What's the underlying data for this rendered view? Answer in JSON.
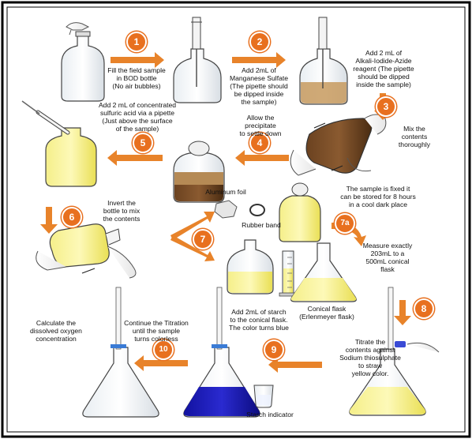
{
  "colors": {
    "arrow": "#e8832a",
    "badge": "#e8701f",
    "sample_yellow": "#f2ec6e",
    "precipitate_brown": "#5a3618",
    "starch_blue": "#1a1aa8",
    "frame": "#000000"
  },
  "steps": [
    {
      "id": "1",
      "text": "Fill the field sample\nin BOD bottle\n(No air bubbles)"
    },
    {
      "id": "2",
      "text": "Add 2mL of\nManganese Sulfate\n(The pipette should\nbe dipped inside\nthe sample)"
    },
    {
      "id": "3",
      "text": "Add 2 mL of\nAlkali-Iodide-Azide\nreagent (The pipette\nshould be dipped\ninside the sample)"
    },
    {
      "id": "3b",
      "text": "Mix the\ncontents\nthoroughly"
    },
    {
      "id": "4",
      "text": "Allow the\nprecipitate\nto settle down"
    },
    {
      "id": "5",
      "text": "Add 2 mL of concentrated\nsulfuric acid via a pipette\n(Just above the surface\nof the sample)"
    },
    {
      "id": "6",
      "text": "Invert the\nbottle to mix\nthe contents"
    },
    {
      "id": "7",
      "text": "The sample is fixed it\ncan be stored for 8 hours\nin a cool dark place"
    },
    {
      "id": "7a",
      "text": "Measure exactly\n203mL to a\n500mL conical\nflask"
    },
    {
      "id": "8",
      "text": "Titrate the\ncontents against\nSodium thiosulphate\nto straw\nyellow color."
    },
    {
      "id": "9",
      "text": "Add 2mL of starch\nto the conical flask.\nThe color turns blue"
    },
    {
      "id": "10",
      "text": "Continue the Titration\nuntil the sample\nturns colorless"
    },
    {
      "id": "11",
      "text": "Calculate the\ndissolved oxygen\nconcentration"
    }
  ],
  "badges": [
    "1",
    "2",
    "3",
    "4",
    "5",
    "6",
    "7",
    "7a",
    "8",
    "9",
    "10"
  ],
  "labels": {
    "aluminum_foil": "Aluminum foil",
    "rubber_band": "Rubber band",
    "conical_flask": "Conical flask\n(Erlenmeyer flask)",
    "starch_indicator": "Starch indicator"
  }
}
